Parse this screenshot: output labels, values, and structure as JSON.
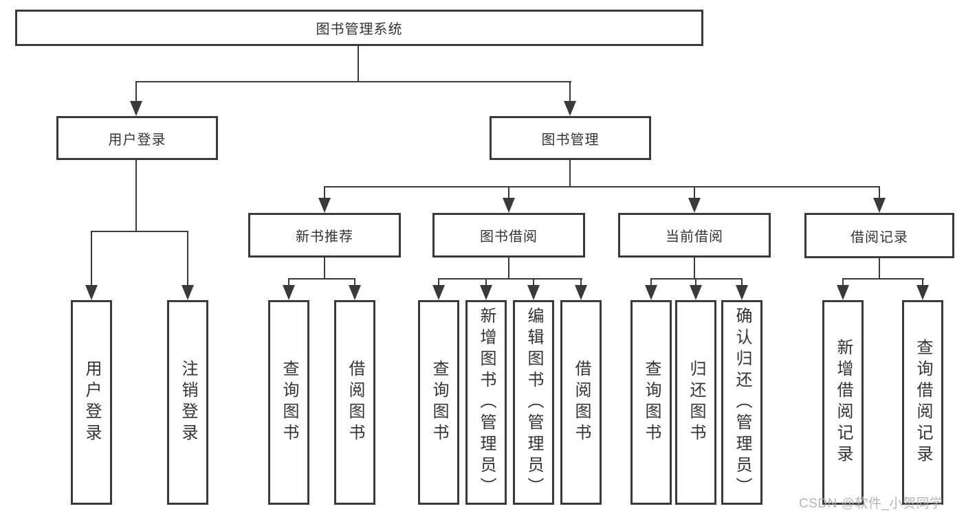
{
  "diagram": {
    "title": "图书管理系统",
    "root": {
      "label": "图书管理系统"
    },
    "level2": [
      {
        "label": "用户登录"
      },
      {
        "label": "图书管理"
      }
    ],
    "level3": [
      {
        "label": "新书推荐"
      },
      {
        "label": "图书借阅"
      },
      {
        "label": "当前借阅"
      },
      {
        "label": "借阅记录"
      }
    ],
    "leaves": {
      "user_login": [
        {
          "label": "用户登录"
        },
        {
          "label": "注销登录"
        }
      ],
      "new_book": [
        {
          "label": "查询图书"
        },
        {
          "label": "借阅图书"
        }
      ],
      "book_borrow": [
        {
          "label": "查询图书"
        },
        {
          "label": "新增图书（管理员）"
        },
        {
          "label": "编辑图书（管理员）"
        },
        {
          "label": "借阅图书"
        }
      ],
      "current_borrow": [
        {
          "label": "查询图书"
        },
        {
          "label": "归还图书"
        },
        {
          "label": "确认归还（管理员）"
        }
      ],
      "borrow_record": [
        {
          "label": "新增借阅记录"
        },
        {
          "label": "查询借阅记录"
        }
      ]
    },
    "colors": {
      "line": "#3a3a3a",
      "text": "#333333",
      "background": "#ffffff",
      "watermark": "#adb2b8"
    },
    "watermark": "CSDN @软件_小贺同学"
  }
}
